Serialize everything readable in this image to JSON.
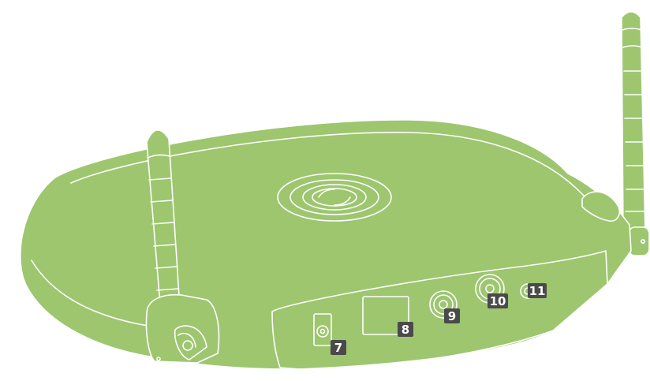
{
  "colors": {
    "body_fill": "#9dc66f",
    "outline": "#ffffff",
    "callout_bg": "#4a4a4a",
    "callout_text": "#ffffff"
  },
  "labels": {
    "dc_jack": "7",
    "ethernet_port": "8",
    "port_9": "9",
    "port_10": "10",
    "port_11": "11"
  },
  "icons": {
    "top_logo": "power-button-logo"
  }
}
